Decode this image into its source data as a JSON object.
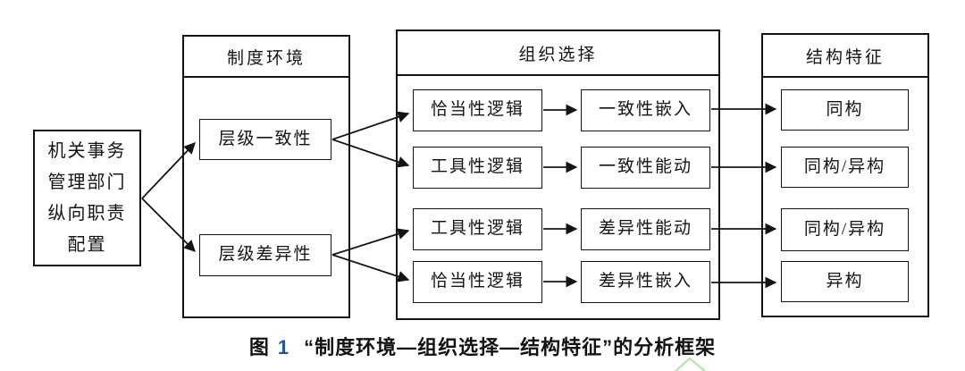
{
  "palette": {
    "line_color": "#141414",
    "figure_number_blue": "#2156a5",
    "watermark_green": "#bce4b4",
    "background": "#ffffff"
  },
  "source_box": {
    "lines": [
      "机关事务",
      "管理部门",
      "纵向职责",
      "配置"
    ]
  },
  "columns": {
    "institution": {
      "header": "制度环境",
      "items": [
        "层级一致性",
        "层级差异性"
      ]
    },
    "organization": {
      "header": "组织选择",
      "logic": [
        "恰当性逻辑",
        "工具性逻辑",
        "工具性逻辑",
        "恰当性逻辑"
      ],
      "action": [
        "一致性嵌入",
        "一致性能动",
        "差异性能动",
        "差异性嵌入"
      ]
    },
    "structure": {
      "header": "结构特征",
      "items": [
        "同构",
        "同构/异构",
        "同构/异构",
        "异构"
      ]
    }
  },
  "caption": {
    "label": "图",
    "number": "1",
    "title": "“制度环境—组织选择—结构特征”的分析框架"
  }
}
